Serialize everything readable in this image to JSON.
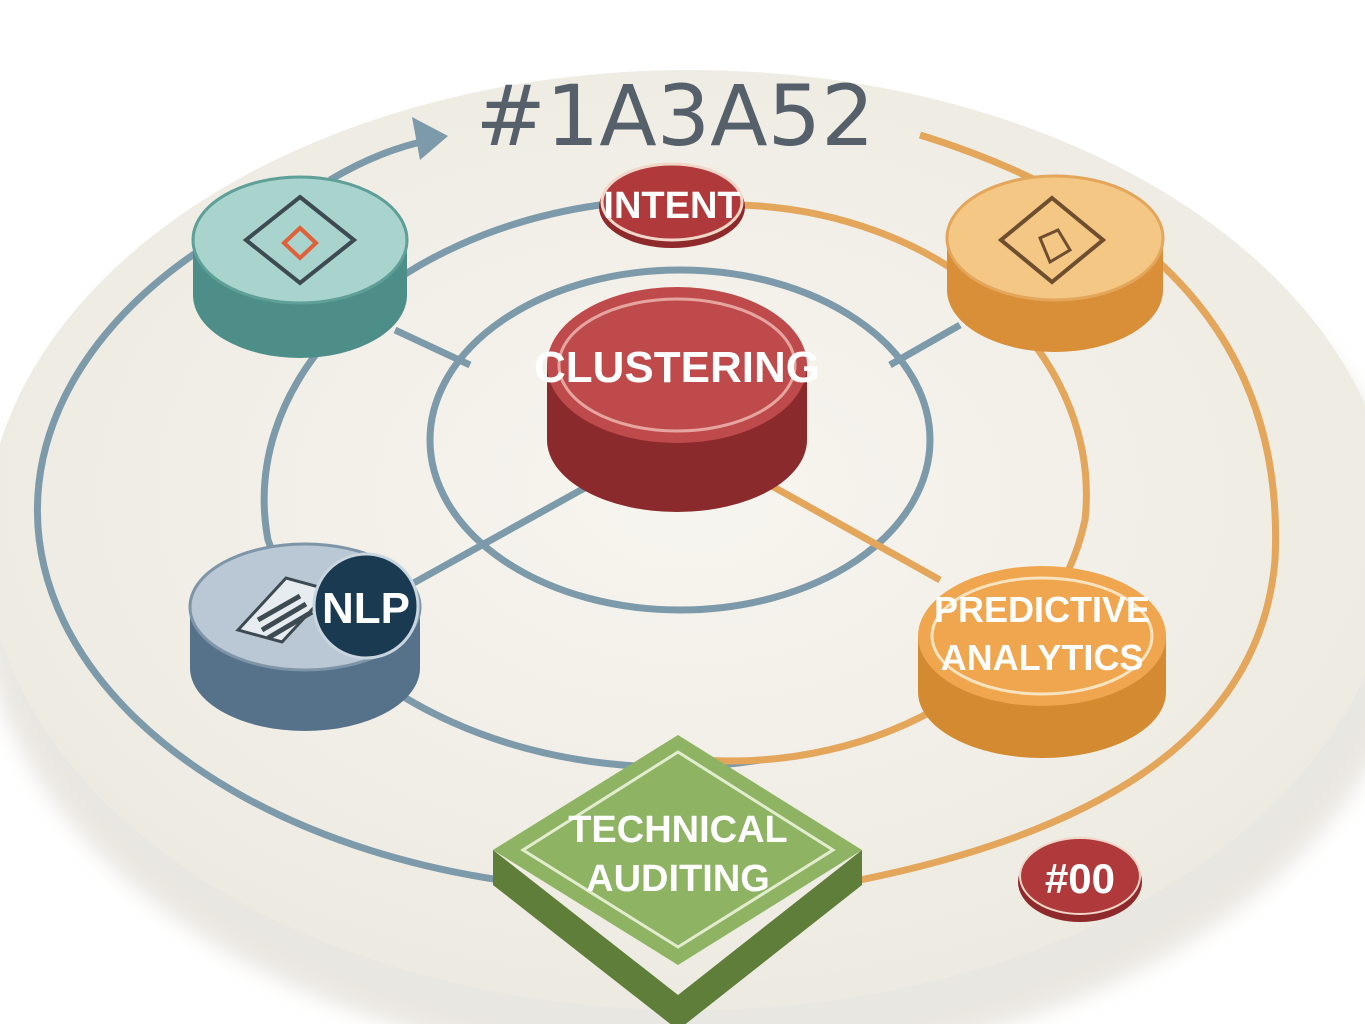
{
  "diagram": {
    "title": "#1A3A52",
    "hub": {
      "label": "CLUSTERING"
    },
    "top_badge": {
      "label": "INTENT"
    },
    "nodes": {
      "nlp": {
        "label": "NLP",
        "icon": "document-icon"
      },
      "predictive": {
        "label_line1": "PREDICTIVE",
        "label_line2": "ANALYTICS"
      },
      "technical": {
        "label_line1": "TECHNICAL",
        "label_line2": "AUDITING"
      },
      "top_left": {
        "icon": "diamond-square-icon"
      },
      "top_right": {
        "icon": "diamond-layers-icon"
      }
    },
    "corner_badge": {
      "label": "#00"
    },
    "colors": {
      "navy": "#1A3A52",
      "red": "#B0393B",
      "teal": "#6FB5AB",
      "orange": "#E8A24E",
      "slate": "#7E95A8",
      "green": "#7FA35A",
      "ring_blue": "#7D9AAA",
      "ring_orange": "#E3A65A",
      "platform": "#F3F1EA"
    }
  }
}
